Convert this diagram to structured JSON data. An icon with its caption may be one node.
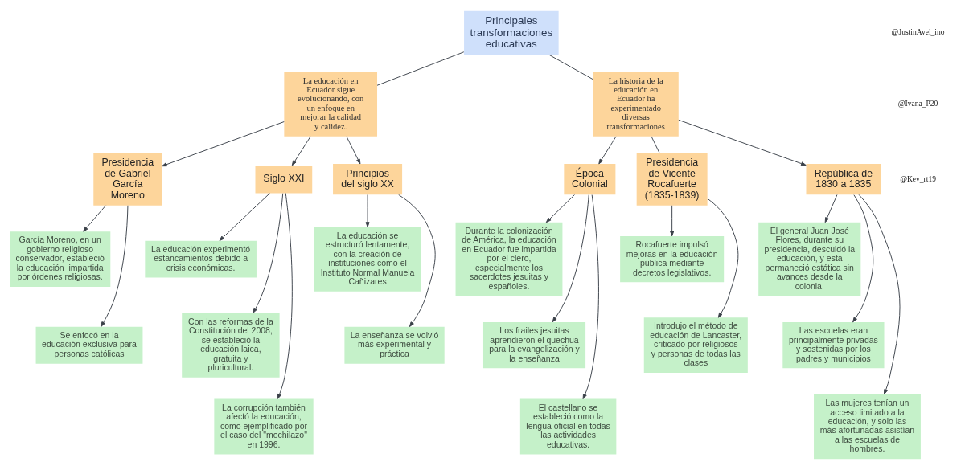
{
  "diagram": {
    "nodes": [
      {
        "text": [
          "Principales transformaciones educativas"
        ]
      },
      {
        "text": [
          "La educación en Ecuador sigue evolucionando, con un enfoque en mejorar la calidad y calidez."
        ]
      },
      {
        "text": [
          "La historia de la educación en Ecuador ha experimentado diversas transformaciones"
        ]
      },
      {
        "text": [
          "Presidencia de Gabriel García Moreno"
        ]
      },
      {
        "text": [
          "García Moreno, en un gobierno religioso conservador, estableció la educación  impartida por órdenes religiosas."
        ]
      },
      {
        "text": [
          "Se enfocó en la educación exclusiva para personas católicas"
        ]
      },
      {
        "text": [
          "Siglo XXI"
        ]
      },
      {
        "text": [
          "La educación experimentó estancamientos debido a crisis económicas."
        ]
      },
      {
        "text": [
          "Con las reformas de la Constitución del 2008, se estableció la educación laica, gratuita y pluricultural."
        ]
      },
      {
        "text": [
          "La corrupción también afectó la educación, como ejemplificado por el caso del \"mochilazo\" en 1996."
        ]
      },
      {
        "text": [
          "Principios del siglo XX"
        ]
      },
      {
        "text": [
          "La educación se estructuró lentamente, con la creación de instituciones como el Instituto Normal Manuela Cañizares"
        ]
      },
      {
        "text": [
          "La enseñanza se volvió más experimental y práctica"
        ]
      },
      {
        "text": [
          "Época Colonial"
        ]
      },
      {
        "text": [
          "Durante la colonización de América, la educación en Ecuador fue impartida por el clero, especialmente los sacerdotes jesuitas y españoles."
        ]
      },
      {
        "text": [
          "Los frailes jesuitas aprendieron el quechua para la evangelización y la enseñanza"
        ]
      },
      {
        "text": [
          "El castellano se estableció como la lengua oficial en todas las actividades educativas."
        ]
      },
      {
        "text": [
          "Rocafuerte impulsó mejoras en la educación pública mediante decretos legislativos."
        ]
      },
      {
        "text": [
          "Presidencia de Vicente Rocafuerte (1835-1839)"
        ]
      },
      {
        "text": [
          "Introdujo el método de educación de Lancaster, criticado por religiosos y personas de todas las clases"
        ]
      },
      {
        "text": [
          "República de 1830 a 1835"
        ]
      },
      {
        "text": [
          "El general Juan José Flores, durante su presidencia, descuidó la educación, y esta permaneció estática sin avances desde la colonia."
        ]
      },
      {
        "text": [
          "Las escuelas eran principalmente privadas y sostenidas por los padres y municipios"
        ]
      },
      {
        "text": [
          "Las mujeres tenían un acceso limitado a la educación, y solo las más afortunadas asistían a las escuelas de hombres."
        ]
      }
    ],
    "edges": [
      {
        "from": 0,
        "to": 1,
        "arrow": "none"
      },
      {
        "from": 0,
        "to": 2,
        "arrow": "none"
      },
      {
        "from": 1,
        "to": 3,
        "arrow": "to"
      },
      {
        "from": 3,
        "to": 4,
        "arrow": "to"
      },
      {
        "from": 3,
        "to": 5,
        "arrow": "to"
      },
      {
        "from": 1,
        "to": 6,
        "arrow": "to"
      },
      {
        "from": 6,
        "to": 7,
        "arrow": "to"
      },
      {
        "from": 6,
        "to": 8,
        "arrow": "to"
      },
      {
        "from": 6,
        "to": 9,
        "arrow": "to"
      },
      {
        "from": 1,
        "to": 10,
        "arrow": "to"
      },
      {
        "from": 10,
        "to": 11,
        "arrow": "to"
      },
      {
        "from": 10,
        "to": 12,
        "arrow": "to"
      },
      {
        "from": 2,
        "to": 13,
        "arrow": "to"
      },
      {
        "from": 13,
        "to": 14,
        "arrow": "to"
      },
      {
        "from": 13,
        "to": 15,
        "arrow": "to"
      },
      {
        "from": 13,
        "to": 16,
        "arrow": "to"
      },
      {
        "from": 2,
        "to": 18,
        "arrow": "none"
      },
      {
        "from": 18,
        "to": 17,
        "arrow": "to"
      },
      {
        "from": 18,
        "to": 19,
        "arrow": "to"
      },
      {
        "from": 2,
        "to": 20,
        "arrow": "to"
      },
      {
        "from": 20,
        "to": 21,
        "arrow": "to"
      },
      {
        "from": 20,
        "to": 22,
        "arrow": "to"
      },
      {
        "from": 20,
        "to": 23,
        "arrow": "to"
      }
    ],
    "labels": [
      "@JustinAvel_ino",
      "@Ivana_P20",
      "@Kev_rt19"
    ]
  }
}
